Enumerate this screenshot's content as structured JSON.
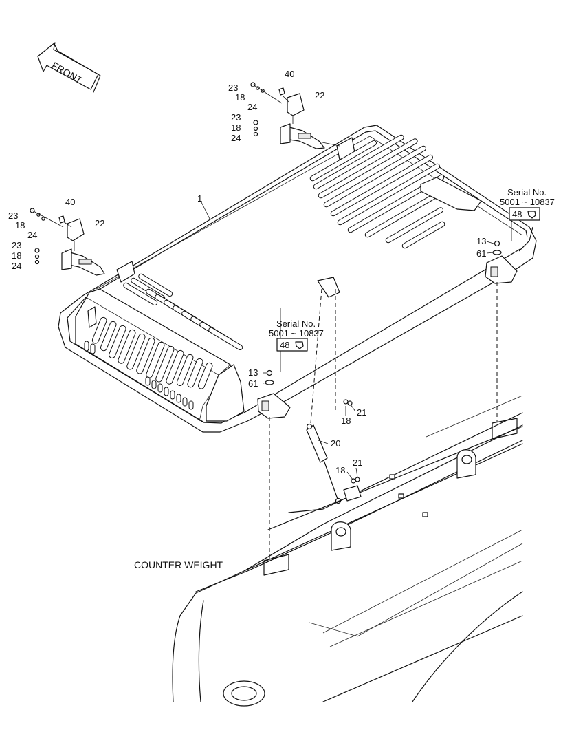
{
  "front_label": "FRONT",
  "counter_weight_label": "COUNTER WEIGHT",
  "serial_note": {
    "title": "Serial No.",
    "range": "5001 ~ 10837",
    "part": "48"
  },
  "callouts": {
    "p1": "1",
    "p13": "13",
    "p18": "18",
    "p20": "20",
    "p21": "21",
    "p22": "22",
    "p23": "23",
    "p24": "24",
    "p40": "40",
    "p61": "61"
  }
}
